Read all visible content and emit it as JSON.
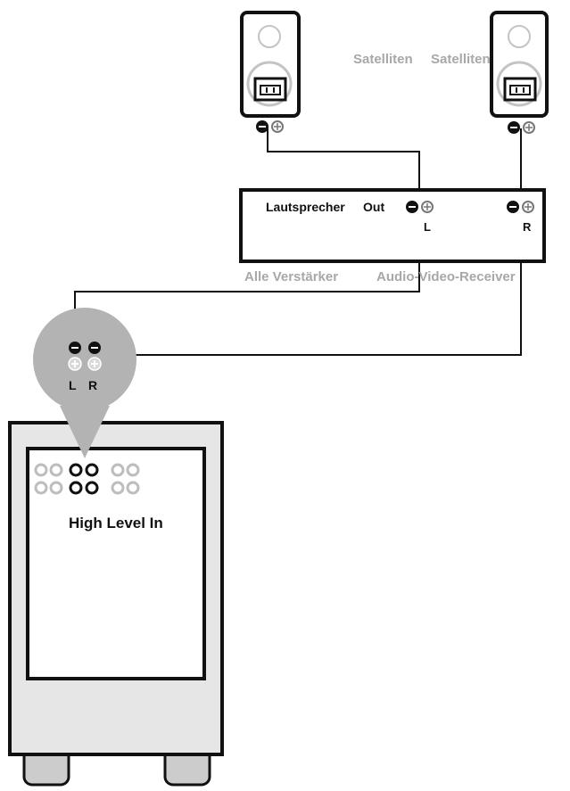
{
  "satellite": {
    "label_a": "Satelliten",
    "label_b": "Satelliten"
  },
  "amplifier": {
    "label_a": "Lautsprecher",
    "label_b": "Out",
    "label_c": "Alle Verstärker",
    "label_d": "Audio-Video-Receiver",
    "left_channel": "L",
    "right_channel": "R"
  },
  "subwoofer": {
    "input_label": "High Level In",
    "left_channel": "L",
    "right_channel": "R"
  },
  "colors": {
    "outline": "#111111",
    "cabinet_fill": "#e6e6e6",
    "callout_gray": "#b3b3b3",
    "label_gray": "#a8a8a8",
    "inactive_terminal": "#bdbdbd"
  }
}
